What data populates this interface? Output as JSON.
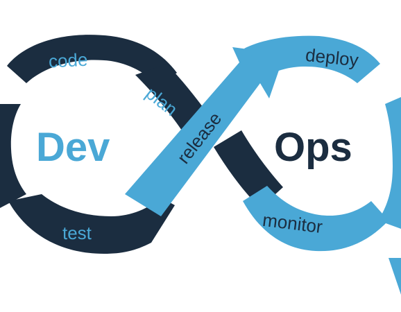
{
  "colors": {
    "dark": "#1b2d40",
    "light": "#4aa8d6",
    "background": "#ffffff"
  },
  "stages": {
    "code": "code",
    "plan": "plan",
    "release": "release",
    "deploy": "deploy",
    "monitor": "monitor",
    "test": "test"
  },
  "loops": {
    "left_title": "Dev",
    "right_title": "Ops"
  }
}
